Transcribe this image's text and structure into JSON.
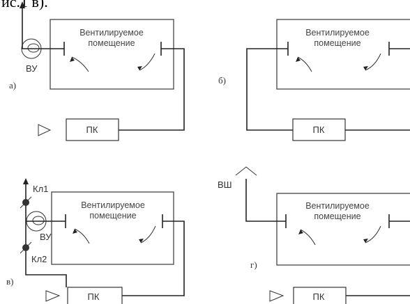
{
  "header_fragment": "ис.1 в).",
  "room_label_line1": "Вентилируемое",
  "room_label_line2": "помещение",
  "pk_label": "ПК",
  "vu_label": "ВУ",
  "vsh_label": "ВШ",
  "kl1_label": "Кл1",
  "kl2_label": "Кл2",
  "panel_letters": {
    "a": "а)",
    "b": "б)",
    "v": "в)",
    "g": "г)"
  }
}
